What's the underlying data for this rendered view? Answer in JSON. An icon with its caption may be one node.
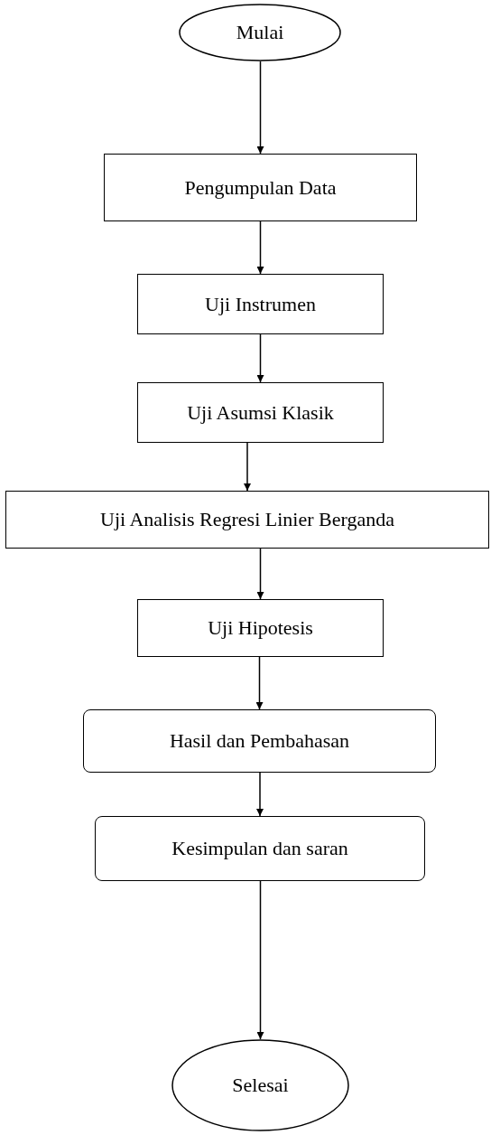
{
  "diagram": {
    "nodes": [
      {
        "text": [
          "Mulai"
        ]
      },
      {
        "text": [
          "Pengumpulan Data"
        ]
      },
      {
        "text": [
          "Uji Instrumen"
        ]
      },
      {
        "text": [
          "Uji Asumsi Klasik"
        ]
      },
      {
        "text": [
          "Uji Analisis Regresi Linier Berganda"
        ]
      },
      {
        "text": [
          "Uji Hipotesis"
        ]
      },
      {
        "text": [
          "Hasil dan Pembahasan"
        ]
      },
      {
        "text": [
          "Kesimpulan dan saran"
        ]
      },
      {
        "text": [
          "Selesai"
        ]
      }
    ],
    "edges": [
      {
        "from": 0,
        "to": 1,
        "arrow": "to"
      },
      {
        "from": 1,
        "to": 2,
        "arrow": "to"
      },
      {
        "from": 2,
        "to": 3,
        "arrow": "to"
      },
      {
        "from": 3,
        "to": 4,
        "arrow": "to"
      },
      {
        "from": 4,
        "to": 5,
        "arrow": "to"
      },
      {
        "from": 5,
        "to": 6,
        "arrow": "to"
      },
      {
        "from": 6,
        "to": 7,
        "arrow": "to"
      },
      {
        "from": 7,
        "to": 8,
        "arrow": "to"
      }
    ]
  }
}
